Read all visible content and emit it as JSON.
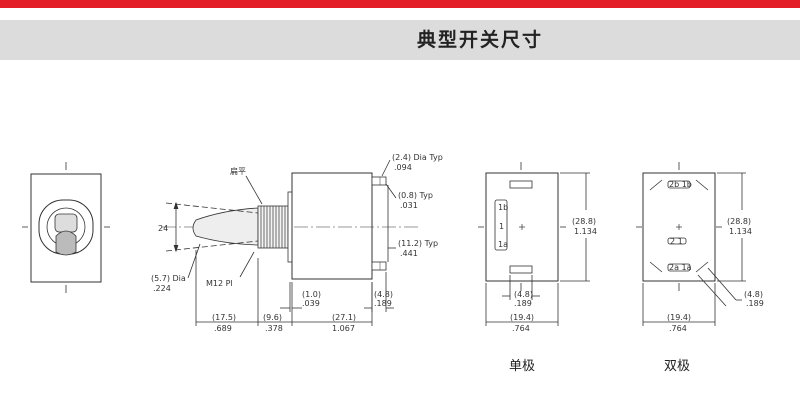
{
  "header": {
    "title": "典型开关尺寸"
  },
  "side_view": {
    "flat_label": "扁平",
    "angle_label": "24",
    "thread_label": "M12 Pl",
    "dia_label": "(5.7) Dia",
    "dia_inch": ".224",
    "term_dia_label": "(2.4) Dia Typ",
    "term_dia_inch": ".094",
    "term_thk_label": "(0.8) Typ",
    "term_thk_inch": ".031",
    "term_len_label": "(11.2) Typ",
    "term_len_inch": ".441",
    "flange_label": "(1.0)",
    "flange_inch": ".039",
    "term_w_label": "(4.8)",
    "term_w_inch": ".189",
    "lever_len_label": "(17.5)",
    "lever_len_inch": ".689",
    "bush_len_label": "(9.6)",
    "bush_len_inch": ".378",
    "body_len_label": "(27.1)",
    "body_len_inch": "1.067"
  },
  "single_pole": {
    "caption": "单极",
    "height_label": "(28.8)",
    "height_inch": "1.134",
    "term_label": "(4.8)",
    "term_inch": ".189",
    "width_label": "(19.4)",
    "width_inch": ".764",
    "pin_top": "1b",
    "pin_mid": "1",
    "pin_bot": "1a"
  },
  "double_pole": {
    "caption": "双极",
    "height_label": "(28.8)",
    "height_inch": "1.134",
    "term_label": "(4.8)",
    "term_inch": ".189",
    "width_label": "(19.4)",
    "width_inch": ".764",
    "pin_top": "2b 1b",
    "pin_mid": "2 1",
    "pin_bot": "2a 1a"
  }
}
